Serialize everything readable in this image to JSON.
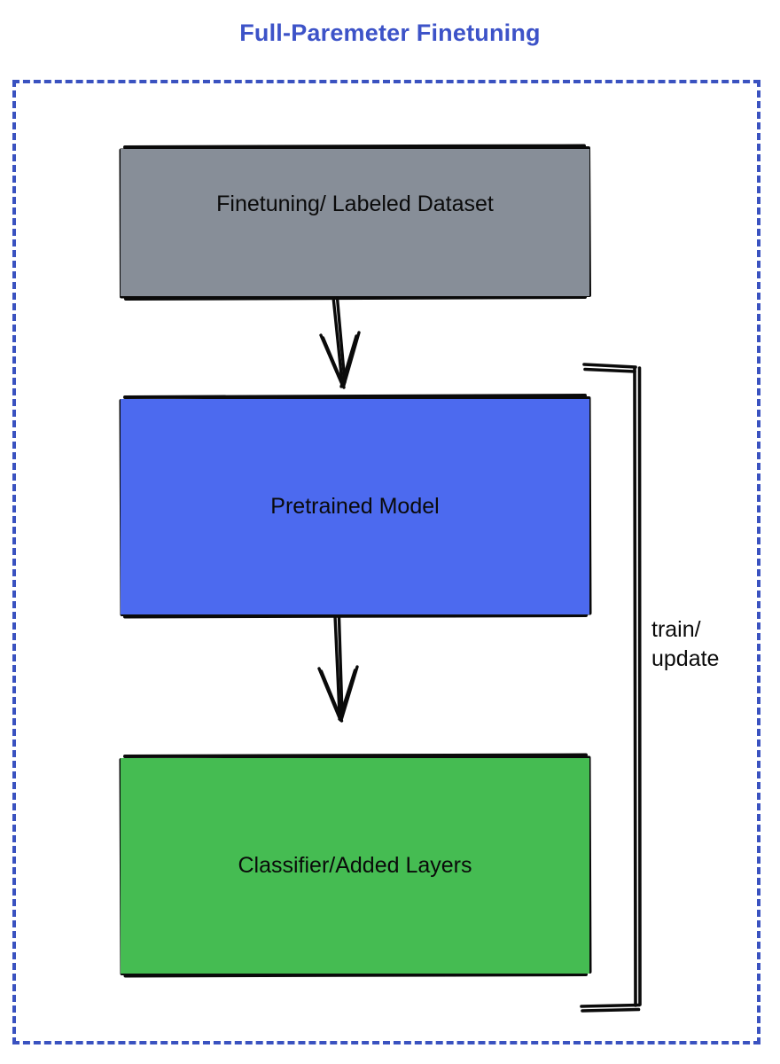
{
  "title": "Full-Paremeter Finetuning",
  "colors": {
    "title_text": "#3d53c8",
    "frame_dashed": "#3a52c0",
    "dataset_fill": "#878e98",
    "model_fill": "#4c6aef",
    "classifier_fill": "#45bc52",
    "stroke": "#0a0a0a",
    "background": "#ffffff"
  },
  "nodes": [
    {
      "id": "dataset",
      "label": "Finetuning/ Labeled Dataset",
      "fill": "#878e98"
    },
    {
      "id": "model",
      "label": "Pretrained Model",
      "fill": "#4c6aef"
    },
    {
      "id": "classifier",
      "label": "Classifier/Added Layers",
      "fill": "#45bc52"
    }
  ],
  "edges": [
    {
      "id": "dataset-to-model",
      "from": "dataset",
      "to": "model",
      "label": "",
      "style": "arrow-down"
    },
    {
      "id": "model-to-classifier",
      "from": "model",
      "to": "classifier",
      "label": "",
      "style": "arrow-down"
    },
    {
      "id": "classifier-to-model",
      "from": "classifier",
      "to": "model",
      "label": "train/ update",
      "style": "feedback-loop-right"
    }
  ],
  "loop_label": {
    "line1": "train/",
    "line2": "update"
  }
}
